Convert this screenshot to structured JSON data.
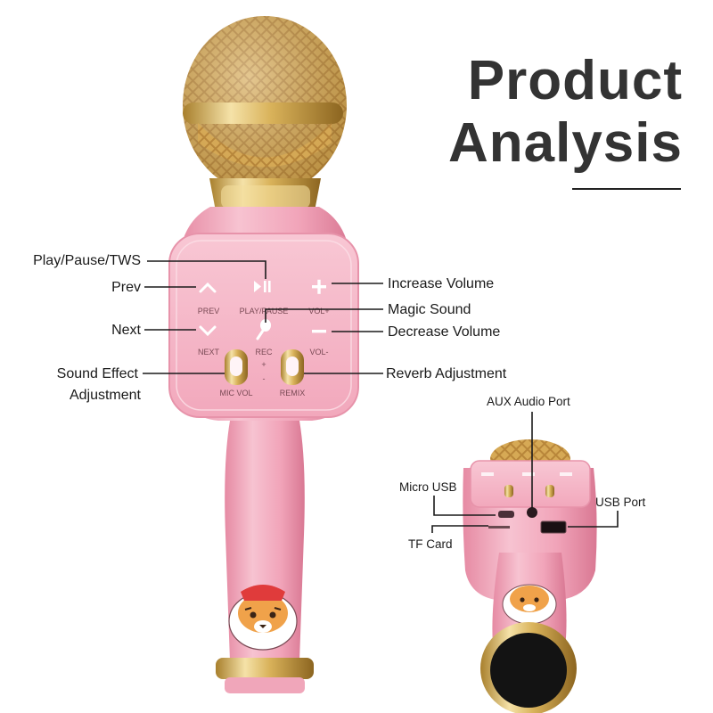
{
  "title": {
    "line1": "Product",
    "line2": "Analysis"
  },
  "callouts": {
    "play_pause": "Play/Pause/TWS",
    "prev": "Prev",
    "next": "Next",
    "sound_effect_1": "Sound Effect",
    "sound_effect_2": "Adjustment",
    "increase_volume": "Increase Volume",
    "magic_sound": "Magic Sound",
    "decrease_volume": "Decrease Volume",
    "reverb": "Reverb Adjustment",
    "aux": "AUX Audio Port",
    "micro_usb": "Micro USB",
    "usb_port": "USB Port",
    "tf_card": "TF Card"
  },
  "panel_labels": {
    "prev": "PREV",
    "play_pause": "PLAY/PAUSE",
    "vol_up": "VOL+",
    "next": "NEXT",
    "rec": "REC",
    "vol_down": "VOL-",
    "plus": "+",
    "minus": "-",
    "mic_vol": "MIC VOL",
    "remix": "REMIX"
  },
  "colors": {
    "pink": "#f3a9bd",
    "pink_dark": "#e58aa3",
    "pink_light": "#f9cdd9",
    "gold": "#d9b25a",
    "gold_dark": "#a87f2c",
    "title": "#333333"
  },
  "icons": [
    "chevron-up-icon",
    "play-pause-icon",
    "plus-icon",
    "chevron-down-icon",
    "microphone-icon",
    "minus-icon",
    "tiger-mascot-icon"
  ]
}
